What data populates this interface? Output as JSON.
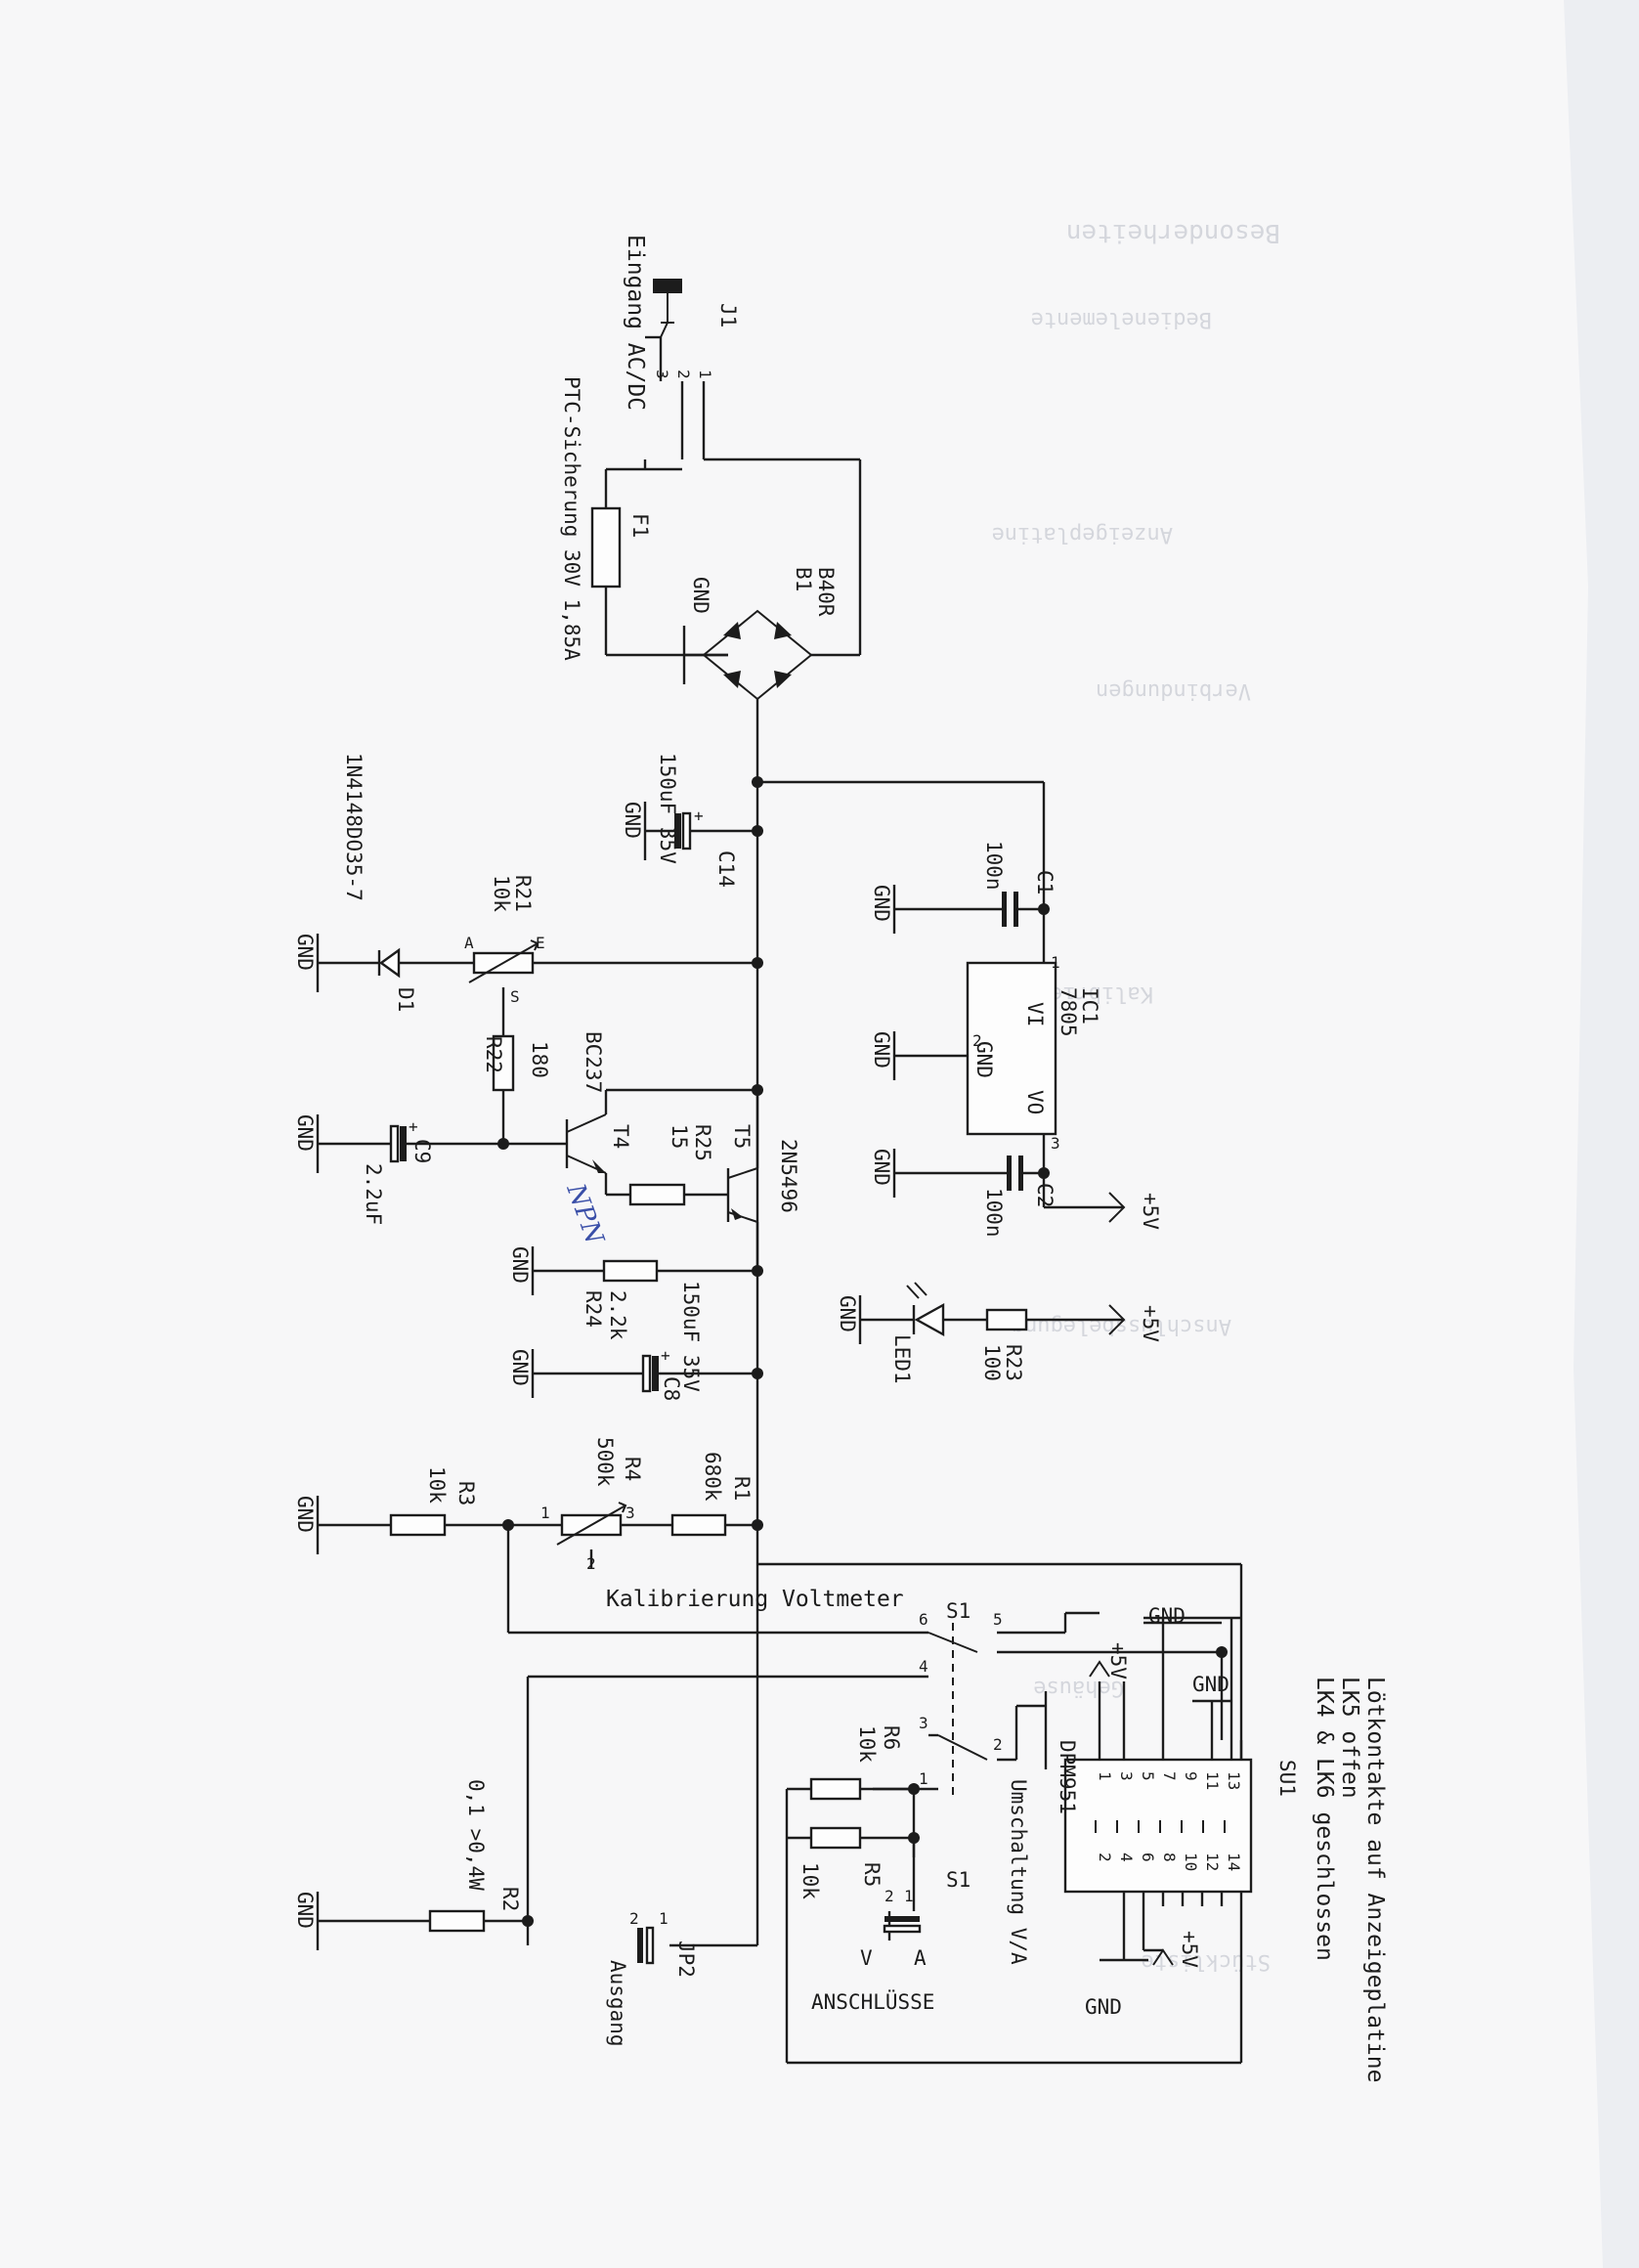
{
  "components": {
    "J1": {
      "ref": "J1",
      "desc": "Eingang AC/DC",
      "pins": [
        "1",
        "2",
        "3"
      ]
    },
    "F1": {
      "ref": "F1",
      "desc": "PTC-Sicherung 30V 1,85A"
    },
    "B1": {
      "ref": "B1",
      "value": "B40R",
      "gnd": "GND"
    },
    "C14": {
      "ref": "C14",
      "value": "150uF 35V",
      "gnd": "GND"
    },
    "C1": {
      "ref": "C1",
      "value": "100n",
      "gnd": "GND"
    },
    "IC1": {
      "ref": "IC1",
      "value": "7805",
      "pin_in": "VI",
      "pin_gnd": "GND",
      "pin_out": "VO",
      "pin1": "1",
      "pin2": "2",
      "pin3": "3",
      "gnd": "GND"
    },
    "C2": {
      "ref": "C2",
      "value": "100n",
      "gnd": "GND"
    },
    "plus5v_a": "+5V",
    "R21": {
      "ref": "R21",
      "value": "10k",
      "pin_a": "A",
      "pin_e": "E",
      "pin_s": "S"
    },
    "D1": {
      "ref": "D1",
      "value": "1N4148DO35-7",
      "gnd": "GND"
    },
    "R22": {
      "ref": "R22",
      "value": "180"
    },
    "T4": {
      "ref": "T4",
      "value": "BC237",
      "note": "NPN"
    },
    "R25": {
      "ref": "R25",
      "value": "15"
    },
    "T5": {
      "ref": "T5",
      "value": "2N5496"
    },
    "C9": {
      "ref": "C9",
      "value": "2.2uF",
      "gnd": "GND"
    },
    "R24": {
      "ref": "R24",
      "value": "2.2k",
      "gnd": "GND"
    },
    "C8": {
      "ref": "C8",
      "value": "150uF 35V",
      "gnd": "GND"
    },
    "LED1": {
      "ref": "LED1",
      "gnd": "GND"
    },
    "R23": {
      "ref": "R23",
      "value": "100",
      "supply": "+5V"
    },
    "R3": {
      "ref": "R3",
      "value": "10k",
      "gnd": "GND"
    },
    "R4": {
      "ref": "R4",
      "value": "500k",
      "pins": [
        "1",
        "2",
        "3"
      ]
    },
    "R1": {
      "ref": "R1",
      "value": "680k"
    },
    "calib": "Kalibrierung Voltmeter",
    "S1": {
      "ref": "S1",
      "title": "Umschaltung V/A",
      "pins": [
        "1",
        "2",
        "3",
        "4",
        "5",
        "6"
      ]
    },
    "R6": {
      "ref": "R6",
      "value": "10k"
    },
    "R5": {
      "ref": "R5",
      "value": "10k"
    },
    "conn": {
      "v": "V",
      "a": "A",
      "p1": "1",
      "p2": "2",
      "title": "ANSCHLÜSSE"
    },
    "R2": {
      "ref": "R2",
      "value": "0,1 >0,4W",
      "gnd": "GND"
    },
    "JP2": {
      "ref": "JP2",
      "title": "Ausgang",
      "p1": "1",
      "p2": "2"
    },
    "SU1": {
      "ref": "SU1",
      "value": "DPM951",
      "odd": [
        "1",
        "3",
        "5",
        "7",
        "9",
        "11",
        "13"
      ],
      "even": [
        "2",
        "4",
        "6",
        "8",
        "10",
        "12",
        "14"
      ],
      "gnd": "GND",
      "plus5": "+5V"
    },
    "notes": [
      "Lötkontakte auf Anzeigeplatine",
      "LK5 offen",
      "LK4 & LK6 geschlossen"
    ]
  },
  "background_text": [
    "Besonderheiten",
    "Bedienelemente",
    "Anzeigeplatine",
    "Verbindungen",
    "Kalibrierung",
    "Anschlussbelegung",
    "Gehäuse",
    "Stückliste"
  ]
}
